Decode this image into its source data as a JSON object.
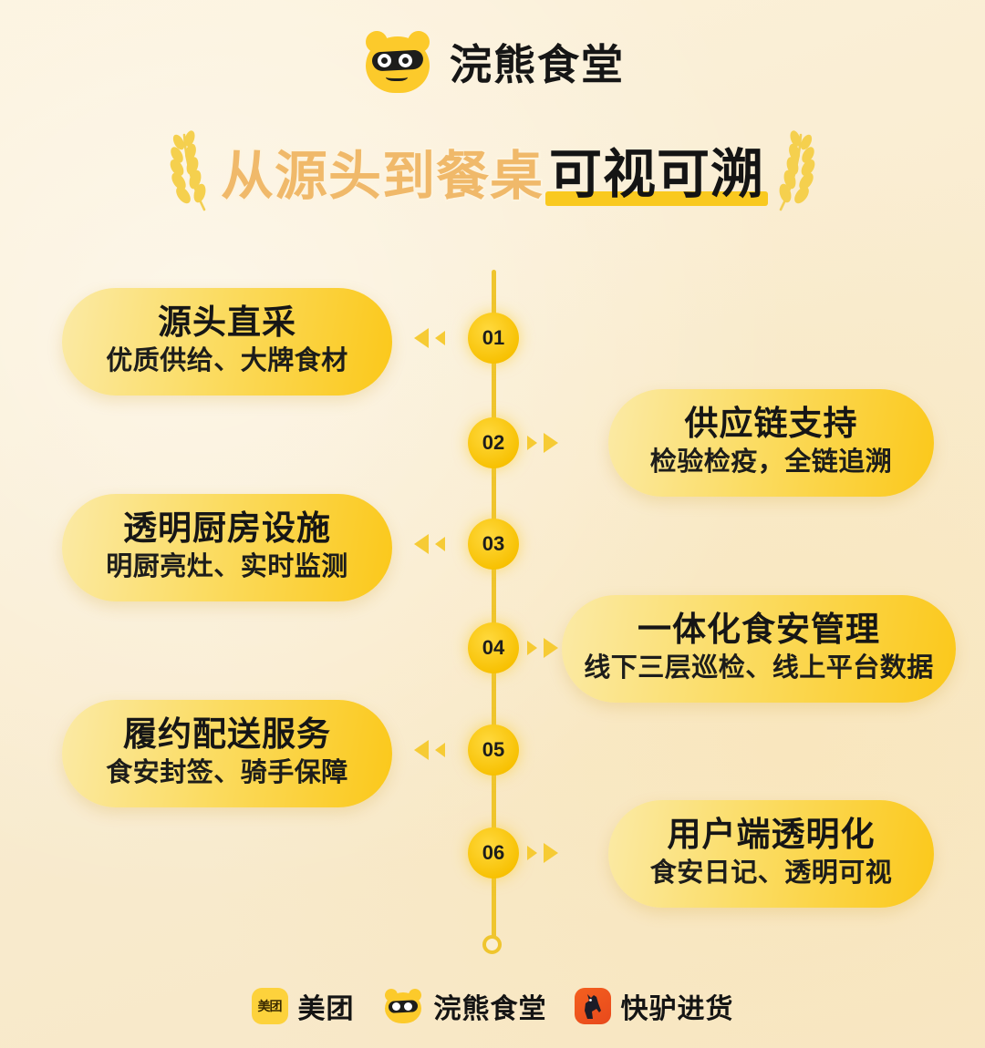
{
  "background_color": "#faeed2",
  "accent_gold": "#fbc81a",
  "accent_pale": "#fbeaa6",
  "text_dark": "#161616",
  "header": {
    "logo_icon": "raccoon-head-icon",
    "brand_name": "浣熊食堂"
  },
  "title": {
    "main": "从源头到餐桌",
    "emphasis": "可视可溯",
    "left_decoration": "wheat-stalk-icon",
    "right_decoration": "wheat-stalk-icon",
    "main_color": "#f0b96a",
    "emphasis_color": "#141414",
    "underline_color": "#f9c91f"
  },
  "timeline": {
    "axis_color": "#efc52e",
    "end_marker": "hollow-circle",
    "steps": [
      {
        "number": "01",
        "side": "left",
        "title": "源头直采",
        "subtitle": "优质供给、大牌食材"
      },
      {
        "number": "02",
        "side": "right",
        "title": "供应链支持",
        "subtitle": "检验检疫，全链追溯"
      },
      {
        "number": "03",
        "side": "left",
        "title": "透明厨房设施",
        "subtitle": "明厨亮灶、实时监测"
      },
      {
        "number": "04",
        "side": "right",
        "title": "一体化食安管理",
        "subtitle": "线下三层巡检、线上平台数据"
      },
      {
        "number": "05",
        "side": "left",
        "title": "履约配送服务",
        "subtitle": "食安封签、骑手保障"
      },
      {
        "number": "06",
        "side": "right",
        "title": "用户端透明化",
        "subtitle": "食安日记、透明可视"
      }
    ]
  },
  "footer": {
    "brands": [
      {
        "icon": "meituan-logo-icon",
        "icon_text": "美团",
        "label": "美团",
        "color": "#fdd23c"
      },
      {
        "icon": "raccoon-logo-icon",
        "icon_text": "",
        "label": "浣熊食堂",
        "color": "#fcca2b"
      },
      {
        "icon": "kuailv-donkey-logo-icon",
        "icon_text": "",
        "label": "快驴进货",
        "color": "#e8491c"
      }
    ]
  }
}
